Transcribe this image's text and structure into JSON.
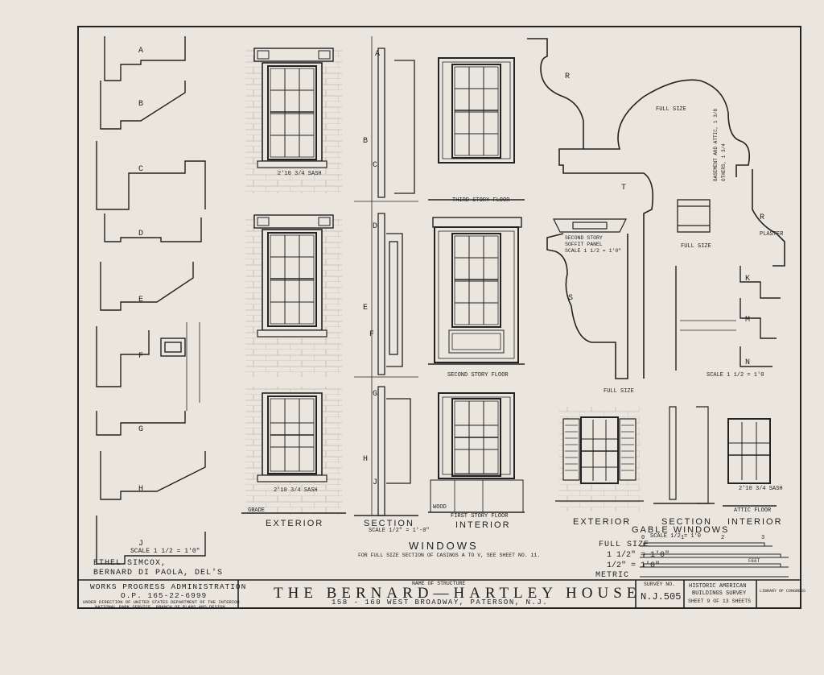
{
  "sheet": {
    "title_label": "NAME OF STRUCTURE",
    "structure_name": "THE BERNARD—HARTLEY HOUSE",
    "address": "158 - 160  WEST BROADWAY,  PATERSON,  N.J.",
    "survey_no_label": "SURVEY NO.",
    "survey_no": "N.J.505",
    "habs_line1": "HISTORIC AMERICAN",
    "habs_line2": "BUILDINGS SURVEY",
    "sheet_of": "SHEET 9 OF 13 SHEETS",
    "library_note": "LIBRARY OF CONGRESS",
    "wpa_line1": "WORKS  PROGRESS  ADMINISTRATION",
    "wpa_line2": "O.P. 165-22-6999",
    "wpa_line3": "UNDER DIRECTION OF UNITED STATES DEPARTMENT OF THE INTERIOR",
    "wpa_line4": "NATIONAL PARK SERVICE, BRANCH OF PLANS AND DESIGN",
    "delineators_1": "ETHEL SIMCOX,",
    "delineators_2": "BERNARD DI PAOLA, DEL'S"
  },
  "drawing": {
    "main_title": "WINDOWS",
    "main_note": "FOR FULL SIZE SECTION OF CASINGS A TO V, SEE SHEET NO. 11.",
    "exterior_label": "EXTERIOR",
    "section_label": "SECTION",
    "section_scale": "SCALE 1/2\" = 1'-0\"",
    "interior_label": "INTERIOR",
    "gable_exterior": "EXTERIOR",
    "gable_section": "SECTION",
    "gable_interior": "INTERIOR",
    "gable_title": "GABLE  WINDOWS",
    "gable_scale": "SCALE 1/2 = 1'0",
    "left_scale": "SCALE 1 1/2 = 1'0\"",
    "full_size": "FULL SIZE",
    "full_size_2": "FULL SIZE",
    "full_size_3": "FULL SIZE",
    "full_size_4": "FULL SIZE",
    "third_story_floor": "THIRD STORY FLOOR",
    "second_story_floor": "SECOND STORY FLOOR",
    "first_story_floor": "FIRST STORY FLOOR",
    "attic_floor": "ATTIC FLOOR",
    "grade": "GRADE",
    "wood": "WOOD",
    "plaster": "PLASTER",
    "soffit_1": "SECOND STORY",
    "soffit_2": "SOFFIT PANEL",
    "soffit_3": "SCALE 1 1/2 = 1'0\"",
    "scale_right": "SCALE 1 1/2 = 1'0",
    "attic_note": "BASEMENT AND ATTIC, 1 3/8",
    "attic_note2": "OTHERS, 1 3/4",
    "sash_1": "2'10 3/4 SASH",
    "sash_2": "2'10 3/4 SASH",
    "sash_3": "2'10 3/4 SASH"
  },
  "scale_bar": {
    "rows": [
      "FULL SIZE",
      "1 1/2\" = 1'0\"",
      "1/2\" = 1'0\"",
      "METRIC"
    ],
    "ticks_top": [
      "0",
      "1",
      "2",
      "3"
    ],
    "feet_label": "FEET"
  },
  "letters": {
    "left": [
      "A",
      "B",
      "C",
      "D",
      "E",
      "F",
      "G",
      "H",
      "J"
    ],
    "mid": [
      "A",
      "B",
      "C",
      "D",
      "E",
      "F",
      "G",
      "H",
      "J"
    ],
    "right": [
      "R",
      "T",
      "S",
      "R",
      "K",
      "M",
      "N"
    ]
  },
  "colors": {
    "paper": "#ebe6dd",
    "ink": "#1c1c1c"
  }
}
